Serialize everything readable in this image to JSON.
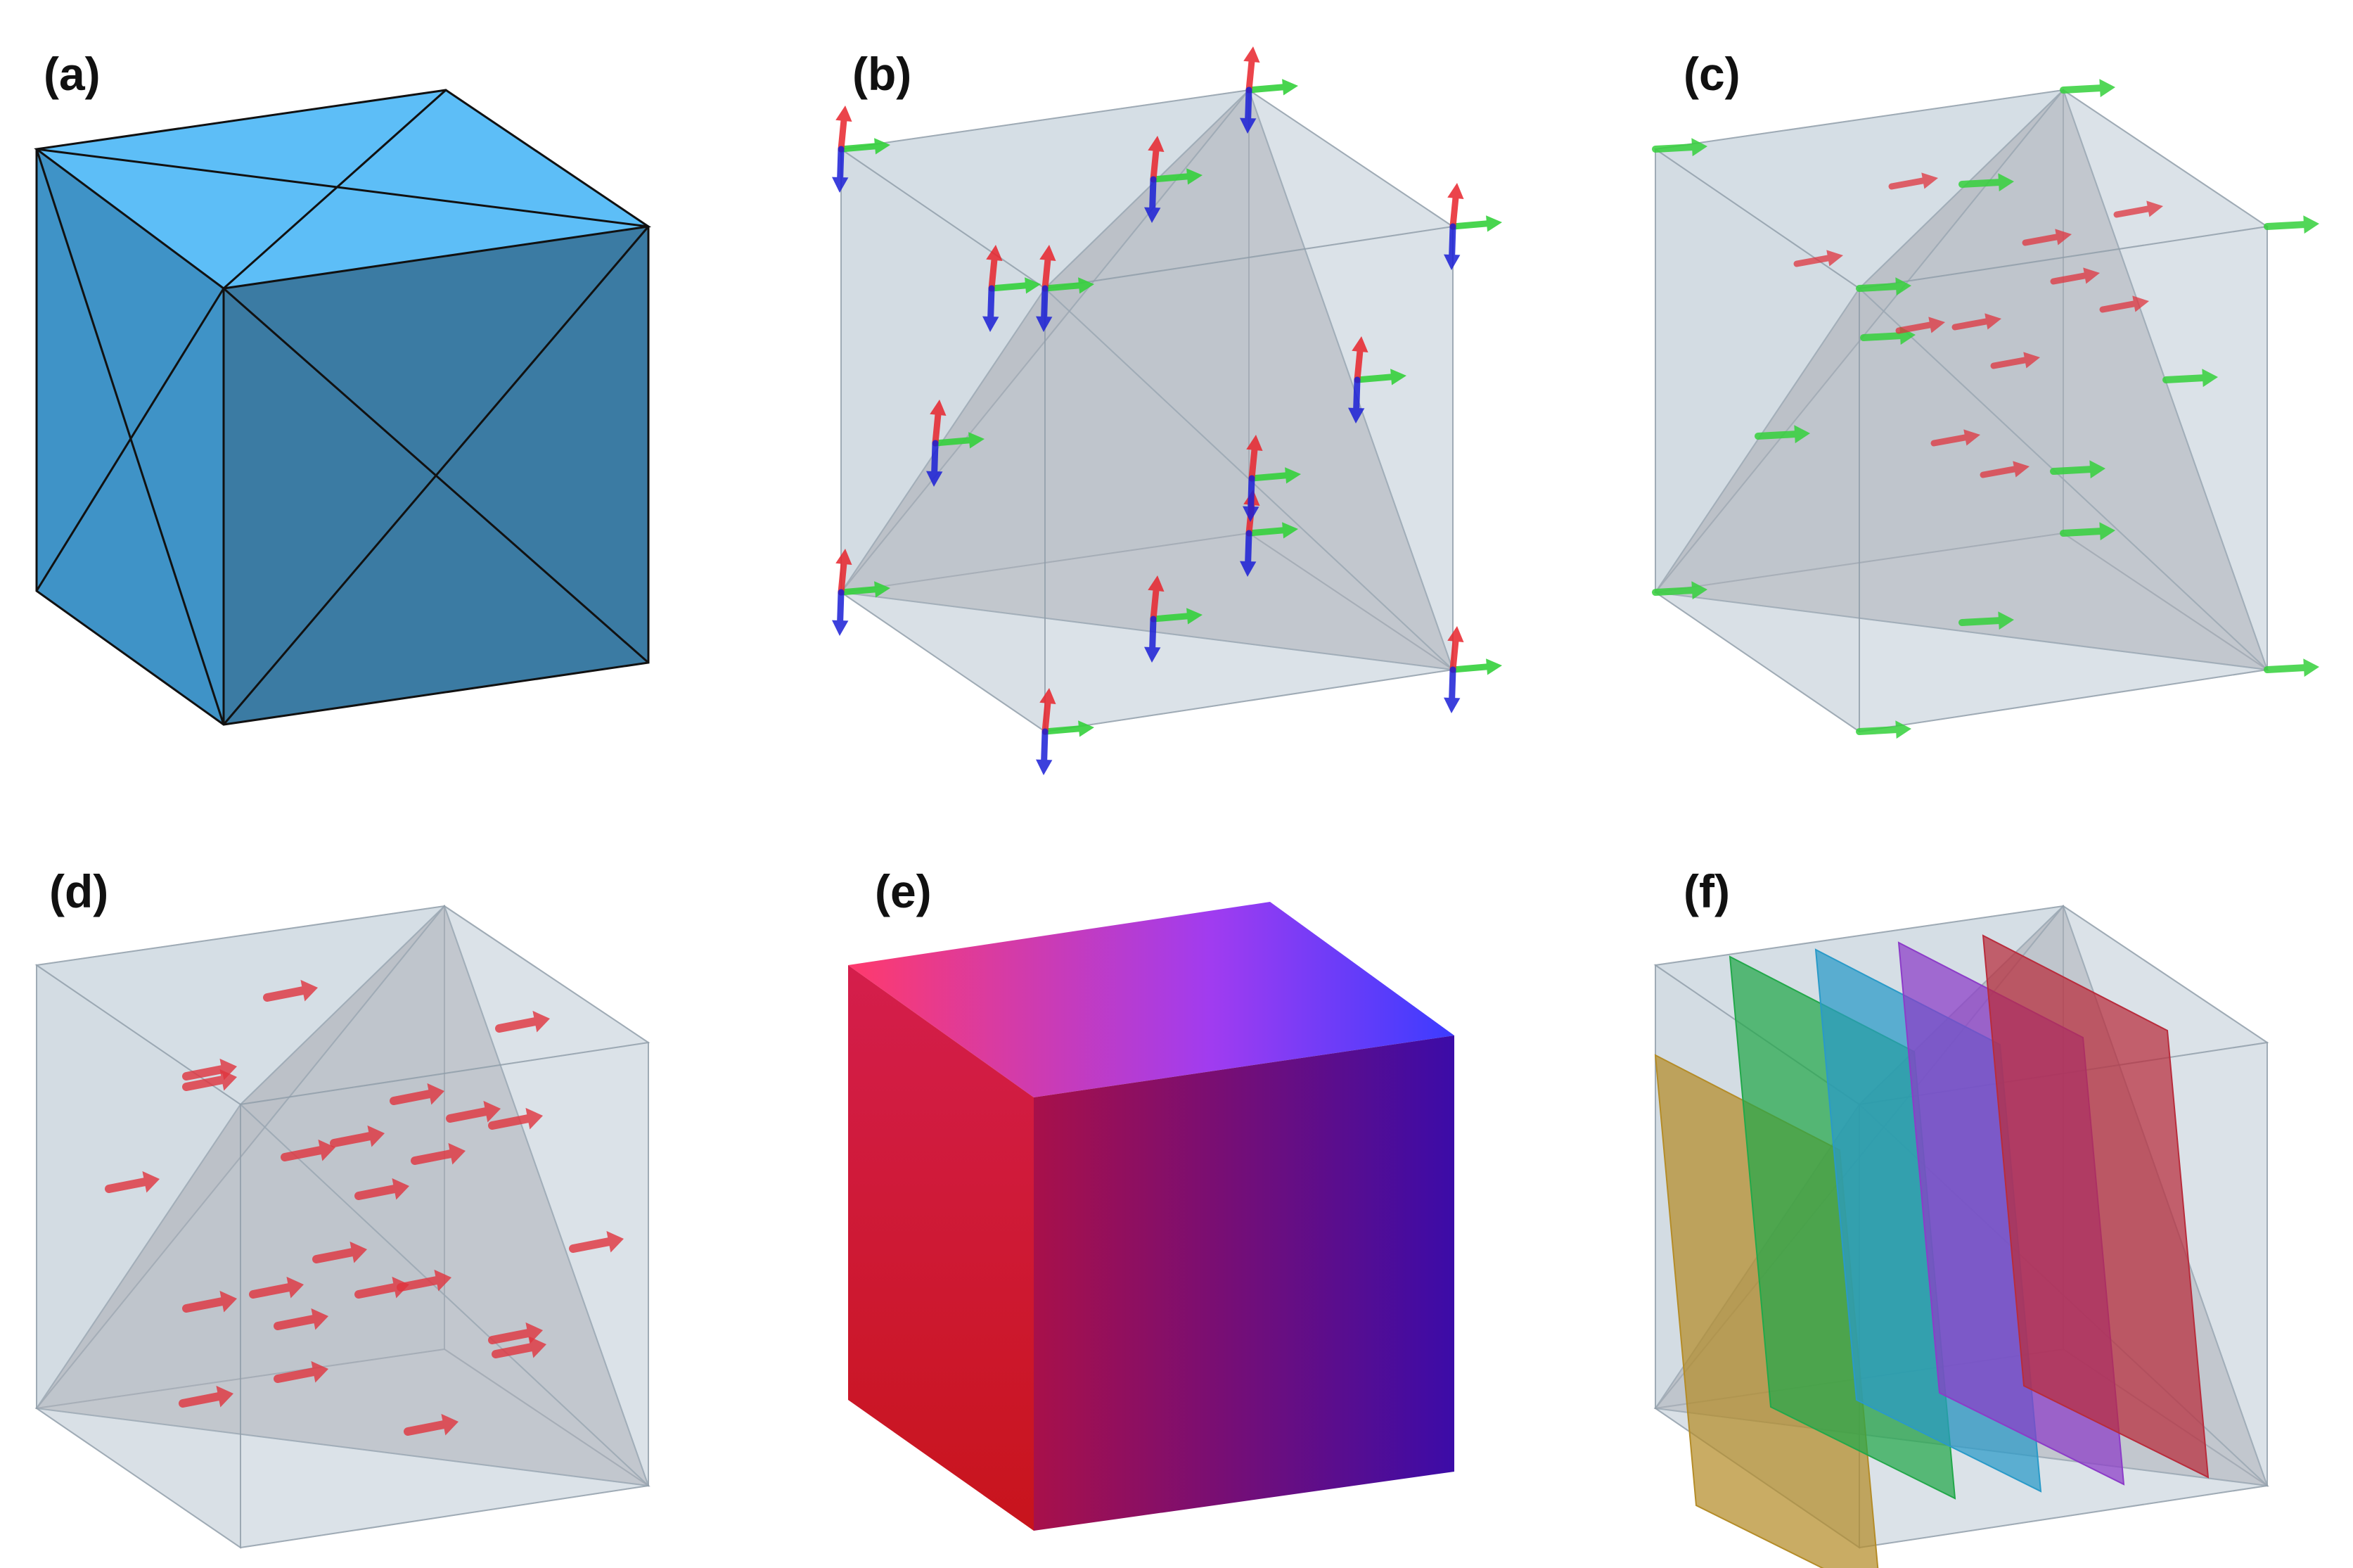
{
  "panels": [
    {
      "id": "a",
      "label": "(a)",
      "kind": "solid-tetra-cube",
      "colors": {
        "top": "#5dbef7",
        "left": "#3f93c7",
        "right": "#3b7ba3",
        "edge": "#111111"
      }
    },
    {
      "id": "b",
      "label": "(b)",
      "kind": "vertex-frames",
      "colors": {
        "x": "#e8242c",
        "y": "#35d13c",
        "z": "#1b1fd6"
      }
    },
    {
      "id": "c",
      "label": "(c)",
      "kind": "vertex-and-cell-vectors",
      "colors": {
        "vertex": "#35d13c",
        "cell": "#e0343e"
      }
    },
    {
      "id": "d",
      "label": "(d)",
      "kind": "cell-vectors",
      "colors": {
        "cell": "#e0343e"
      }
    },
    {
      "id": "e",
      "label": "(e)",
      "kind": "gradient-cube",
      "colors": {
        "front_left": "#d01828",
        "front_right": "#3c0ca8",
        "top_left": "#ff3a6c",
        "top_right": "#3c3cff",
        "side_light": "#e01a30",
        "side_dark": "#c01020"
      }
    },
    {
      "id": "f",
      "label": "(f)",
      "kind": "slicing-planes",
      "colors": {
        "planes": [
          "#b48c28",
          "#22a84a",
          "#2a9ac8",
          "#8c3cc8",
          "#b82c3c"
        ]
      }
    }
  ],
  "cube_colors": {
    "face": "#b9c7d2",
    "edge": "#8f9ca8",
    "inner": "#a39ea6"
  }
}
